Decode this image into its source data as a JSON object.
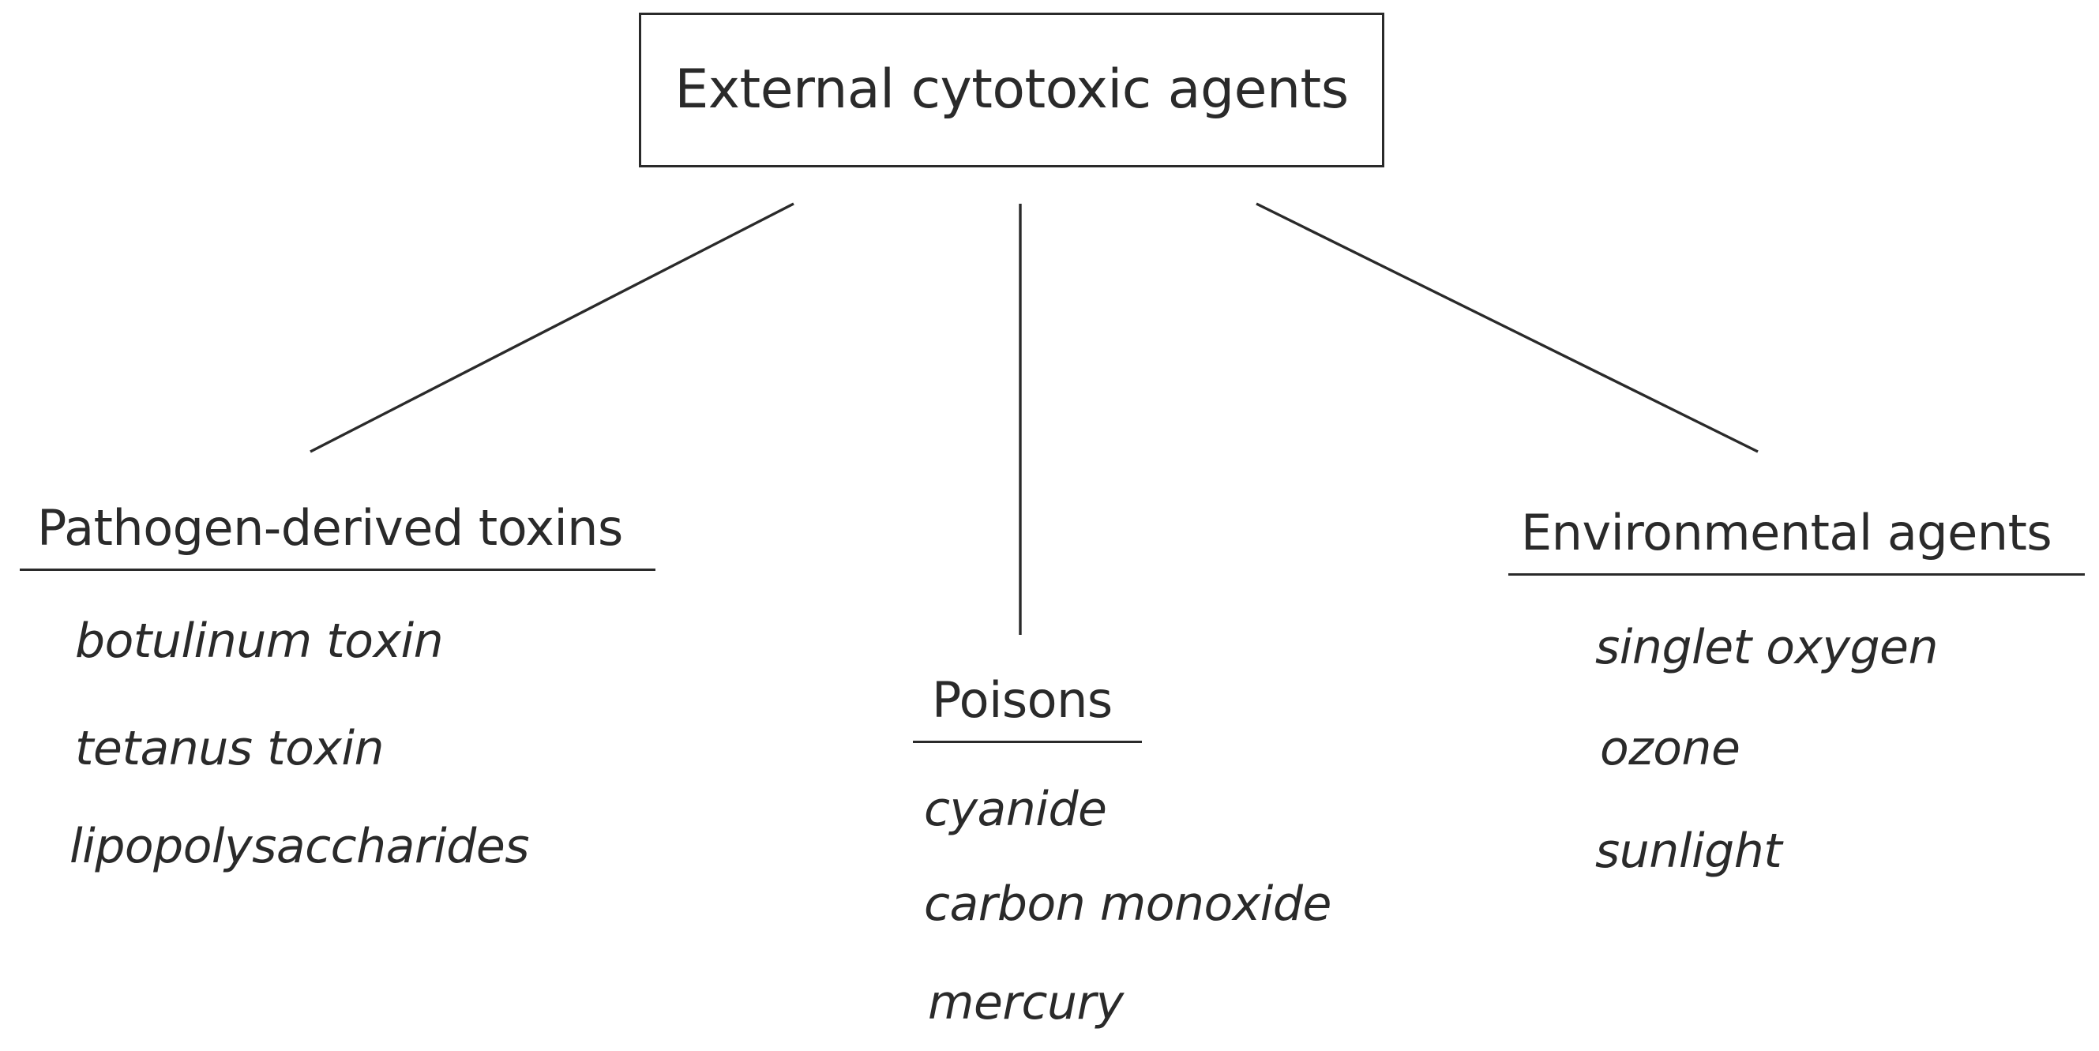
{
  "root": {
    "title": "External cytotoxic agents"
  },
  "groups": [
    {
      "heading": "Pathogen-derived toxins",
      "items": [
        "botulinum toxin",
        "tetanus toxin",
        "lipopolysaccharides"
      ]
    },
    {
      "heading": "Poisons",
      "items": [
        "cyanide",
        "carbon monoxide",
        "mercury"
      ]
    },
    {
      "heading": "Environmental agents",
      "items": [
        "singlet oxygen",
        "ozone",
        "sunlight"
      ]
    }
  ],
  "colors": {
    "ink": "#2a2a2a",
    "background": "#ffffff"
  }
}
